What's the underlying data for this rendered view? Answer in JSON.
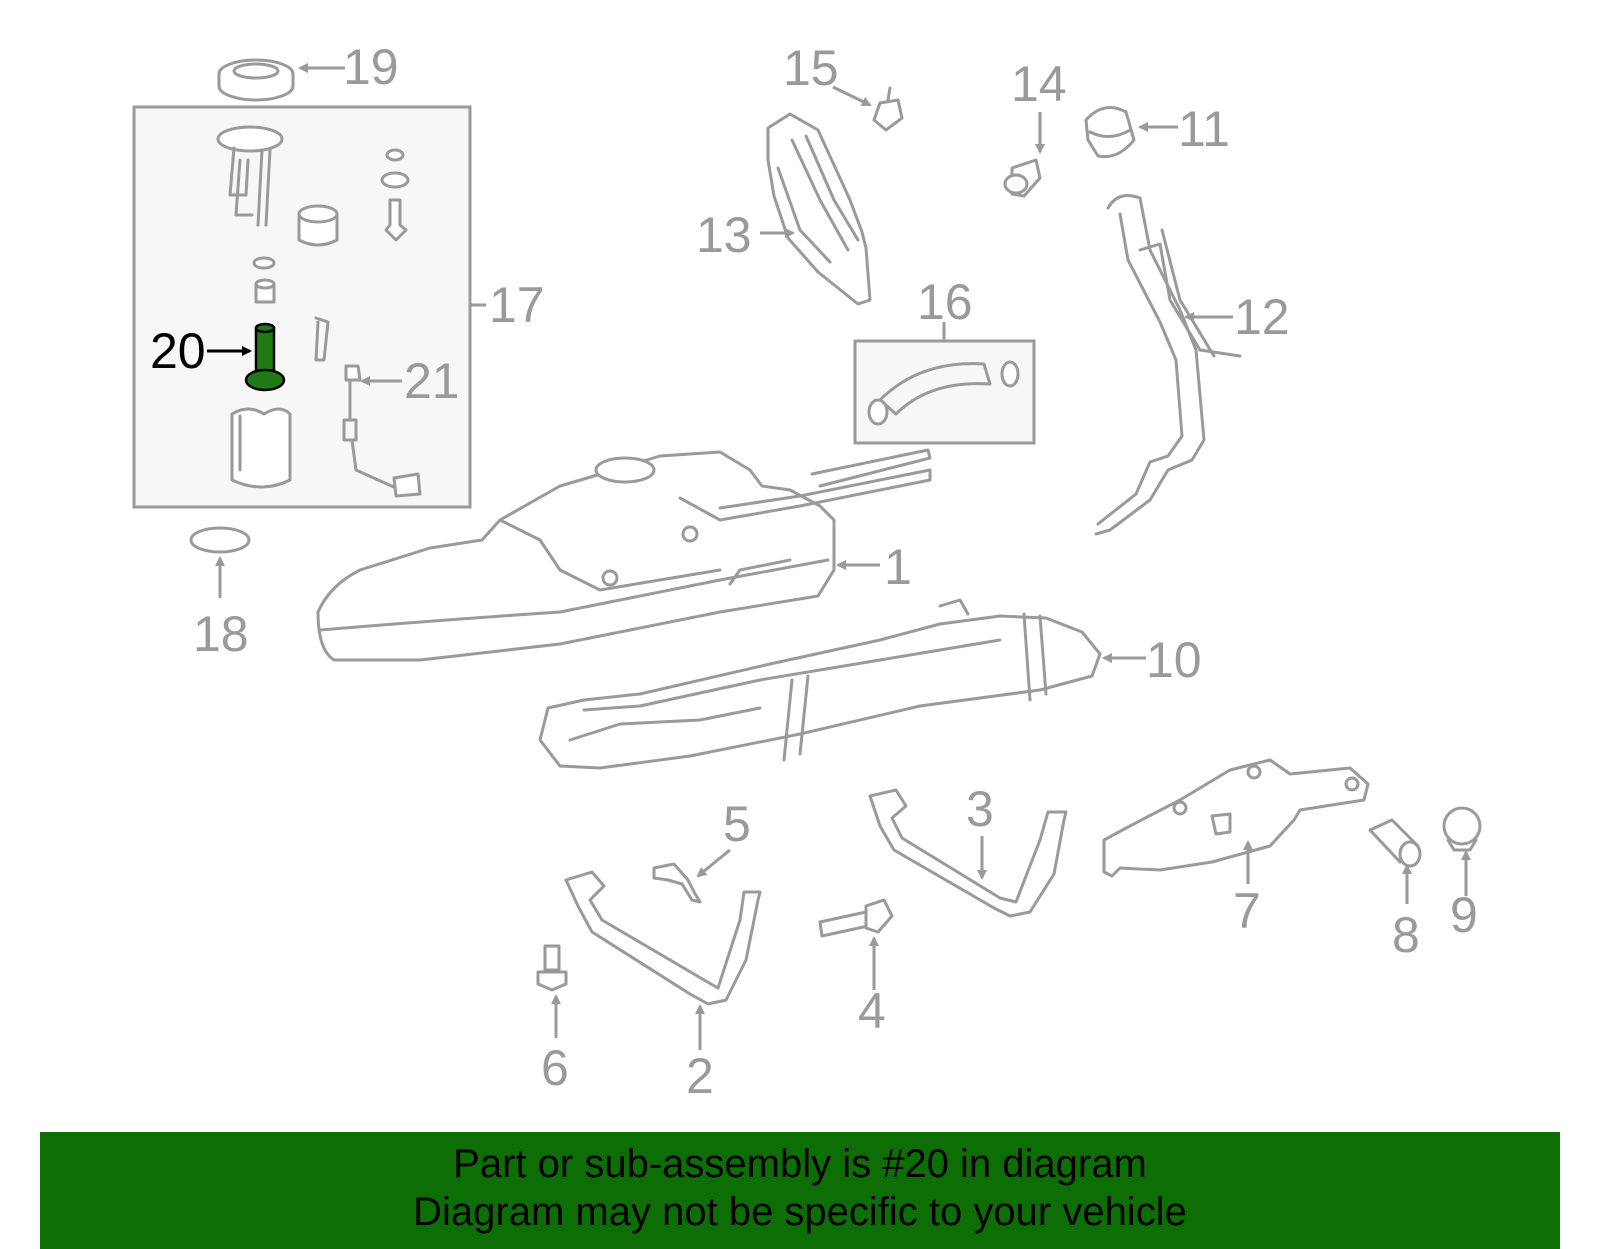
{
  "diagram": {
    "highlight_color": "#0e6e06",
    "part_line_color": "#9a9a9a",
    "callouts": {
      "c1": "1",
      "c2": "2",
      "c3": "3",
      "c4": "4",
      "c5": "5",
      "c6": "6",
      "c7": "7",
      "c8": "8",
      "c9": "9",
      "c10": "10",
      "c11": "11",
      "c12": "12",
      "c13": "13",
      "c14": "14",
      "c15": "15",
      "c16": "16",
      "c17": "17",
      "c18": "18",
      "c19": "19",
      "c20": "20",
      "c21": "21"
    },
    "highlighted_part": "20"
  },
  "banner": {
    "line1": "Part or sub-assembly is #20 in diagram",
    "line2": "Diagram may not be specific to your vehicle"
  }
}
